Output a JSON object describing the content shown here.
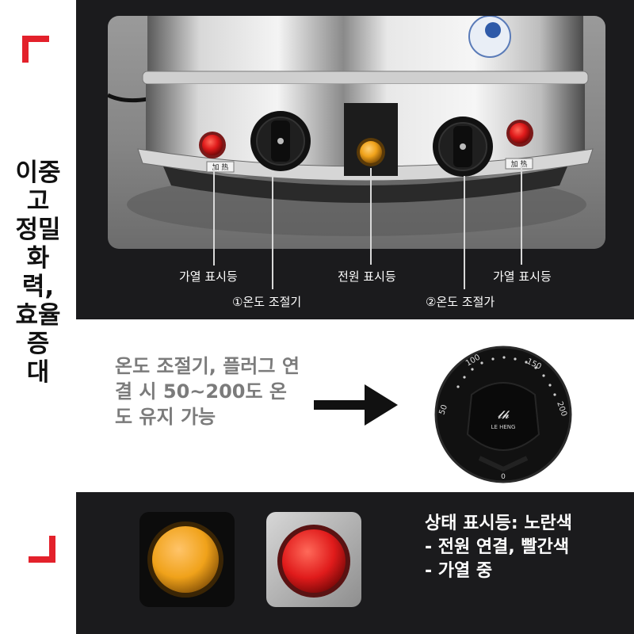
{
  "sidebar": {
    "lines": [
      "이중",
      "고",
      "정밀",
      "화",
      "력,",
      "효율",
      "증",
      "대"
    ],
    "accent": "#e3212b"
  },
  "callouts": {
    "heat_light_left": "가열 표시등",
    "thermostat_1": "①온도 조절기",
    "power_light": "전원 표시등",
    "thermostat_2": "②온도 조절가",
    "heat_light_right": "가열 표시등"
  },
  "device": {
    "plate_left": "加 热",
    "plate_right": "加 热"
  },
  "middle": {
    "description": "온도 조절기, 플러그 연결 시 50~200도 온도 유지 가능",
    "dial": {
      "ticks": [
        "50",
        "100",
        "150",
        "200",
        "0"
      ],
      "brand": "LE HENG"
    }
  },
  "bottom": {
    "status_text": "상태 표시등: 노란색 - 전원 연결, 빨간색 - 가열 중",
    "yellow": "#f0a21a",
    "red": "#e01b1b"
  }
}
